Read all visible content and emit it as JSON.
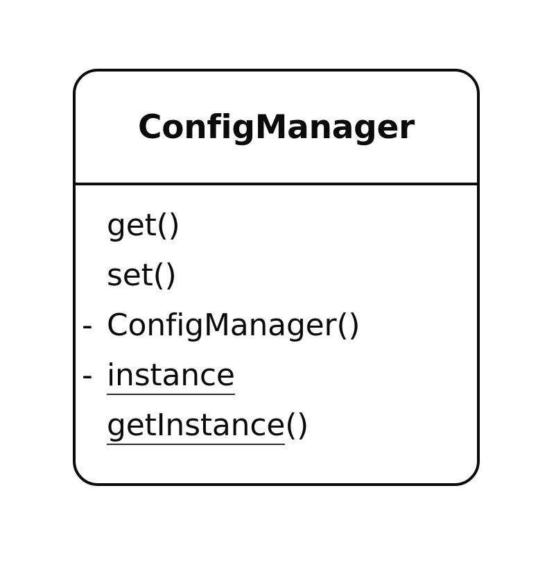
{
  "diagram": {
    "type": "uml-class-diagram",
    "background_color": "#ffffff",
    "stroke_color": "#0a0a0a",
    "class": {
      "name": "ConfigManager",
      "members": [
        {
          "visibility": "",
          "name": "get",
          "parens": "()",
          "static": false
        },
        {
          "visibility": "",
          "name": "set",
          "parens": "()",
          "static": false
        },
        {
          "visibility": "-",
          "name": "ConfigManager",
          "parens": "()",
          "static": false
        },
        {
          "visibility": "-",
          "name": "instance",
          "parens": "",
          "static": true
        },
        {
          "visibility": "",
          "name": "getInstance",
          "parens": "()",
          "static": true
        }
      ]
    }
  }
}
